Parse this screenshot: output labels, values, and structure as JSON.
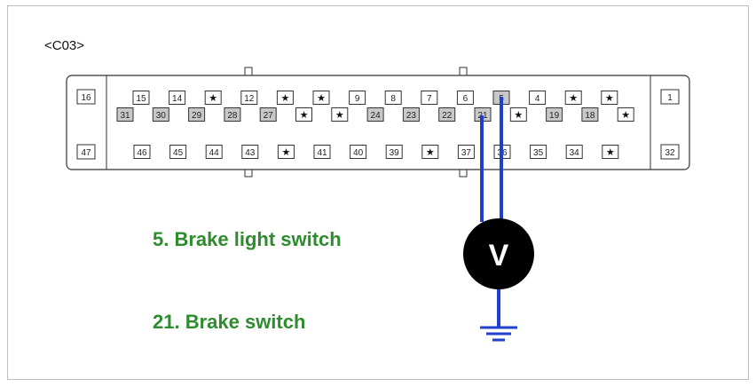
{
  "connector": {
    "name": "<C03>",
    "top_row": [
      "15",
      "14",
      "★",
      "12",
      "★",
      "★",
      "9",
      "8",
      "7",
      "6",
      "5",
      "4",
      "★",
      "★"
    ],
    "mid_row": [
      "31",
      "30",
      "29",
      "28",
      "27",
      "★",
      "★",
      "24",
      "23",
      "22",
      "21",
      "★",
      "19",
      "18",
      "★"
    ],
    "bottom_row": [
      "46",
      "45",
      "44",
      "43",
      "★",
      "41",
      "40",
      "39",
      "★",
      "37",
      "36",
      "35",
      "34",
      "★"
    ],
    "left_top": "16",
    "left_bottom": "47",
    "right_top": "1",
    "right_bottom": "32"
  },
  "meter": {
    "symbol": "V"
  },
  "legend": {
    "line1": "5. Brake light switch",
    "line2": "21. Brake switch"
  },
  "colors": {
    "wire": "#1f3fcf",
    "legend": "#2e8b2e",
    "pin_fill": "#ffffff",
    "pin_highlight": "#c8c8c8"
  }
}
